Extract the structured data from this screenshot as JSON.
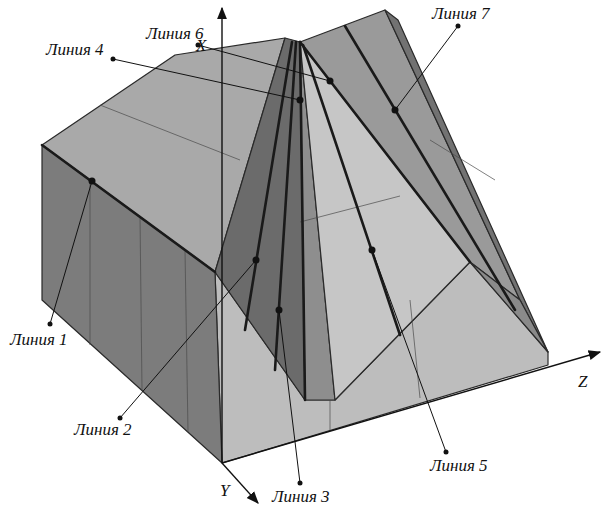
{
  "diagram": {
    "labels": [
      "Линия 7",
      "Линия 6",
      "Линия 4",
      "X",
      "Линия 1",
      "Z",
      "Линия 2",
      "Линия 5",
      "Y",
      "Линия 3"
    ]
  }
}
